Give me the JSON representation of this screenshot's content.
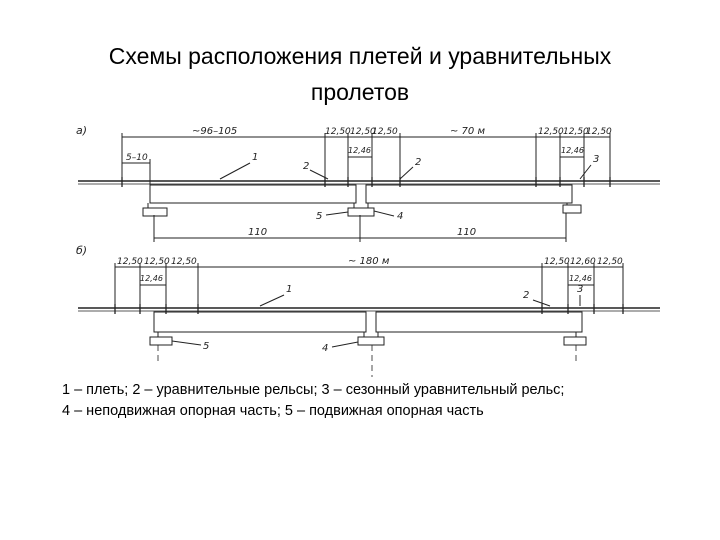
{
  "slide": {
    "title_line1": "Схемы расположения плетей и уравнительных",
    "title_line2": "пролетов"
  },
  "diagram_a": {
    "panel_label": "а)",
    "dim_total": "~96–105",
    "dim_left": "5–10",
    "dim_segments_left": [
      "12,50",
      "12,50",
      "12,50"
    ],
    "dim_sub_left": "12,46",
    "dim_mid": "~ 70 м",
    "dim_segments_right": [
      "12,50",
      "12,50",
      "12,50"
    ],
    "dim_sub_right": "12,46",
    "span_left": "110",
    "span_right": "110",
    "callouts": [
      "1",
      "2",
      "2",
      "3",
      "5",
      "4"
    ]
  },
  "diagram_b": {
    "panel_label": "б)",
    "dim_segments_left": [
      "12,50",
      "12,50",
      "12,50"
    ],
    "dim_sub_left": "12,46",
    "dim_mid": "~ 180 м",
    "dim_segments_right": [
      "12,50",
      "12,60",
      "12,50"
    ],
    "dim_sub_right": "12,46",
    "callouts": [
      "1",
      "2",
      "3",
      "5",
      "4"
    ]
  },
  "legend": {
    "line1": "1 – плеть; 2 – уравнительные рельсы; 3 – сезонный уравнительный рельс;",
    "line2": "4 – неподвижная опорная часть; 5 – подвижная опорная часть"
  }
}
